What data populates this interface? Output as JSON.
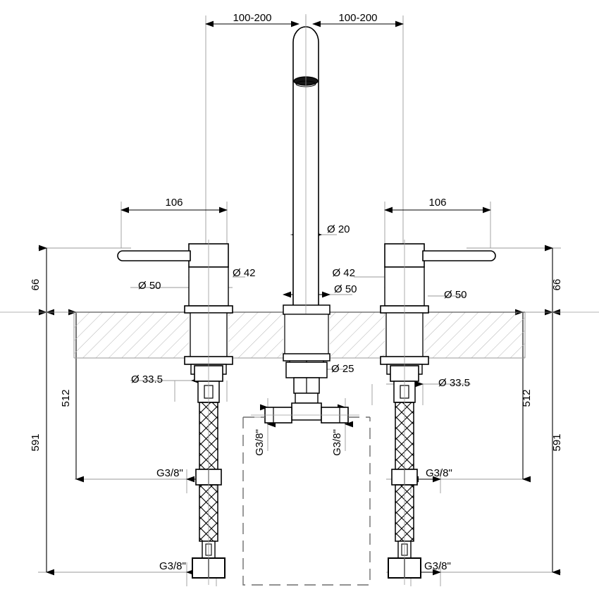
{
  "drawing": {
    "title": "Three-hole basin mixer technical dimension drawing",
    "units": "mm",
    "line_color": "#000000",
    "thin_line_color": "#9a9a9a",
    "hatch_color": "#b9b9b9",
    "background": "#ffffff"
  },
  "dimensions": {
    "top_left_span": "100-200",
    "top_right_span": "100-200",
    "handle_left_width": "106",
    "handle_right_width": "106",
    "spout_tube_dia": "Ø 20",
    "spout_base_dia": "Ø 50",
    "handle_left_cap_dia": "Ø 42",
    "handle_left_base_dia": "Ø 50",
    "handle_right_cap_dia": "Ø 42",
    "handle_right_base_dia": "Ø 50",
    "shank_left_dia": "Ø 33.5",
    "shank_right_dia": "Ø 33.5",
    "spout_shank_dia": "Ø 25",
    "height_above_deck_left": "66",
    "height_above_deck_right": "66",
    "height_below_deck_left": "512",
    "height_below_deck_right": "512",
    "total_height_left": "591",
    "total_height_right": "591"
  },
  "thread_labels": {
    "tee_left": "G3/8\"",
    "tee_right": "G3/8\"",
    "hose_left_mid": "G3/8\"",
    "hose_right_mid": "G3/8\"",
    "hose_left_end": "G3/8\"",
    "hose_right_end": "G3/8\""
  }
}
